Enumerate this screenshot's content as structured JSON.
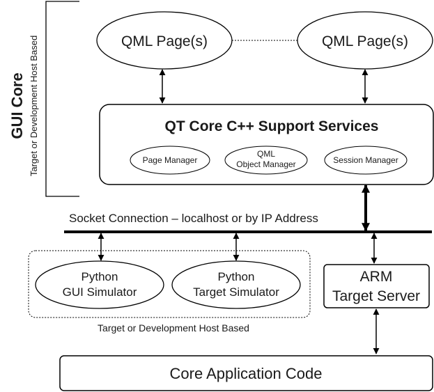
{
  "side_label": {
    "title": "GUI Core",
    "subtitle": "Target or Development Host Based"
  },
  "qml_pages": [
    {
      "label": "QML Page(s)"
    },
    {
      "label": "QML Page(s)"
    }
  ],
  "core_services": {
    "title": "QT Core C++ Support Services",
    "managers": [
      {
        "lines": [
          "Page Manager"
        ]
      },
      {
        "lines": [
          "QML",
          "Object Manager"
        ]
      },
      {
        "lines": [
          "Session Manager"
        ]
      }
    ]
  },
  "socket": {
    "label": "Socket Connection – localhost or by IP Address"
  },
  "simulators": {
    "items": [
      {
        "lines": [
          "Python",
          "GUI Simulator"
        ]
      },
      {
        "lines": [
          "Python",
          "Target Simulator"
        ]
      }
    ],
    "caption": "Target or Development Host Based"
  },
  "arm_server": {
    "lines": [
      "ARM",
      "Target Server"
    ]
  },
  "core_app": {
    "label": "Core Application Code"
  }
}
